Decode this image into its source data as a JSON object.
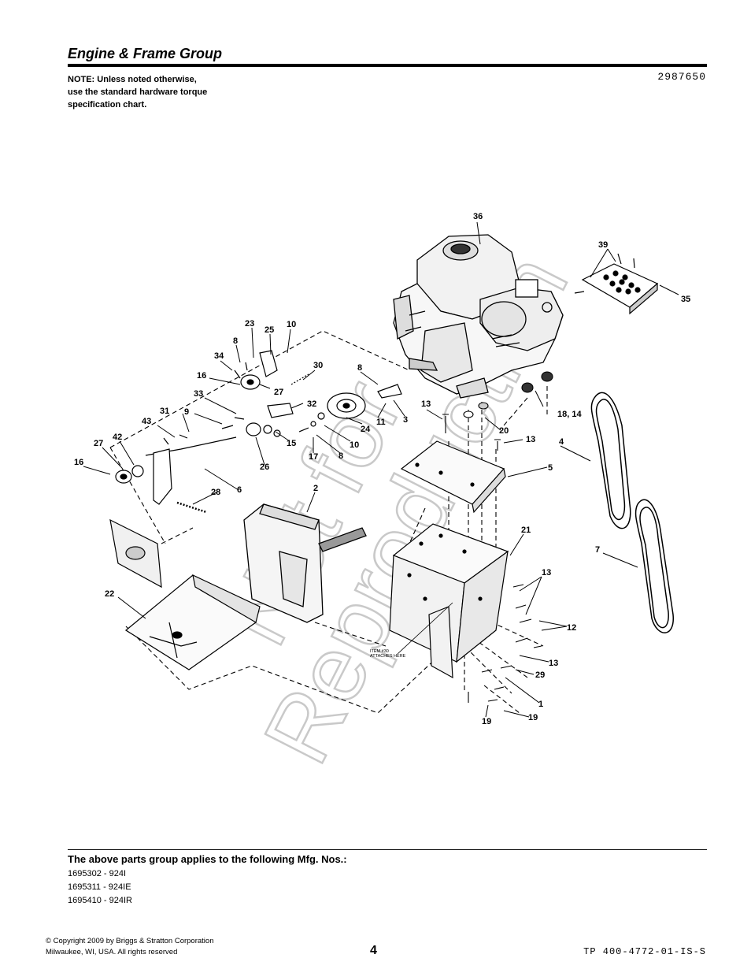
{
  "header": {
    "title": "Engine & Frame Group",
    "note_lines": [
      "NOTE: Unless noted otherwise,",
      "use the standard hardware torque",
      "specification chart."
    ],
    "diagram_number": "2987650"
  },
  "diagram": {
    "watermark_lines": [
      "Not for",
      "Reproduction"
    ],
    "annotation_lines": [
      "ITEM #30",
      "ATTACHES HERE"
    ],
    "callouts": {
      "c36": "36",
      "c39": "39",
      "c35": "35",
      "c23": "23",
      "c25": "25",
      "c10a": "10",
      "c8a": "8",
      "c34": "34",
      "c30": "30",
      "c16a": "16",
      "c27a": "27",
      "c8b": "8",
      "c33": "33",
      "c32": "32",
      "c9": "9",
      "c31": "31",
      "c43": "43",
      "c13a": "13",
      "c18_14": "18, 14",
      "c11": "11",
      "c3": "3",
      "c24": "24",
      "c15": "15",
      "c10b": "10",
      "c17": "17",
      "c8c": "8",
      "c20": "20",
      "c13b": "13",
      "c42": "42",
      "c27b": "27",
      "c16b": "16",
      "c26": "26",
      "c4": "4",
      "c5": "5",
      "c28": "28",
      "c6": "6",
      "c2": "2",
      "c21": "21",
      "c7": "7",
      "c13c": "13",
      "c22": "22",
      "c12": "12",
      "c13d": "13",
      "c29": "29",
      "c1": "1",
      "c19a": "19",
      "c19b": "19"
    }
  },
  "applies": {
    "heading": "The above parts group applies to the following Mfg. Nos.:",
    "models": [
      "1695302 - 924I",
      "1695311 - 924IE",
      "1695410 - 924IR"
    ]
  },
  "footer": {
    "copyright_lines": [
      "© Copyright  2009 by Briggs & Stratton Corporation",
      "Milwaukee, WI, USA. All rights reserved"
    ],
    "page_number": "4",
    "doc_code": "TP 400-4772-01-IS-S"
  }
}
